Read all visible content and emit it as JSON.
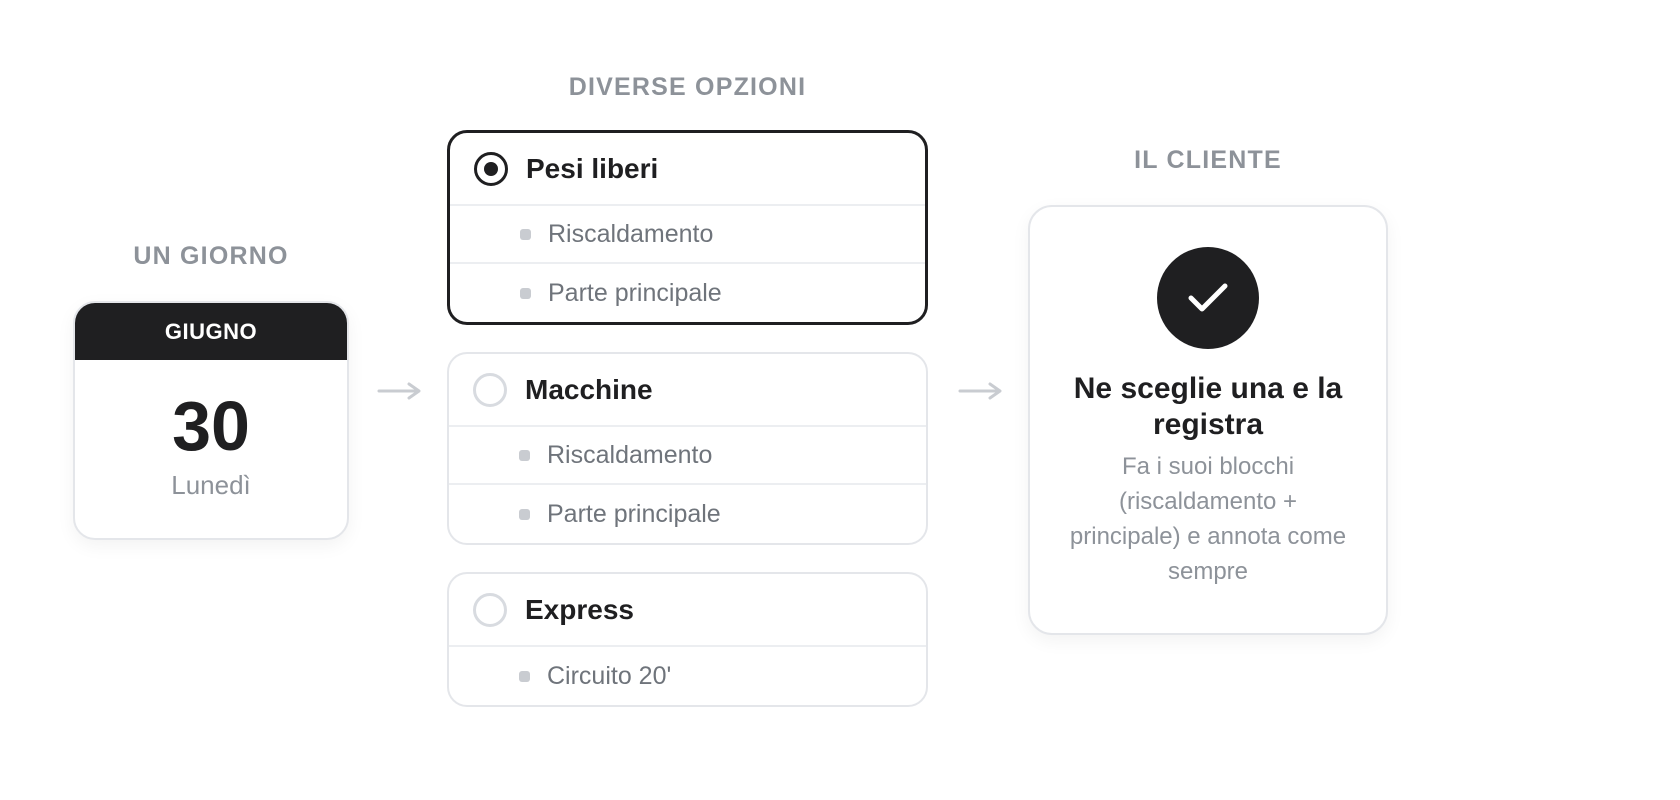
{
  "columns": {
    "day_label": "UN GIORNO",
    "options_label": "DIVERSE OPZIONI",
    "client_label": "IL CLIENTE"
  },
  "calendar": {
    "month": "GIUGNO",
    "day": "30",
    "weekday": "Lunedì"
  },
  "options": [
    {
      "title": "Pesi liberi",
      "selected": true,
      "items": [
        "Riscaldamento",
        "Parte principale"
      ]
    },
    {
      "title": "Macchine",
      "selected": false,
      "items": [
        "Riscaldamento",
        "Parte principale"
      ]
    },
    {
      "title": "Express",
      "selected": false,
      "items": [
        "Circuito 20'"
      ]
    }
  ],
  "result": {
    "icon": "check-icon",
    "title": "Ne sceglie una e la registra",
    "description": "Fa i suoi blocchi (riscaldamento + principale) e annota come sempre"
  },
  "colors": {
    "dark": "#1f1f21",
    "muted_label": "#8d9299",
    "border": "#e4e6ea",
    "arrow": "#c9ccd1"
  }
}
